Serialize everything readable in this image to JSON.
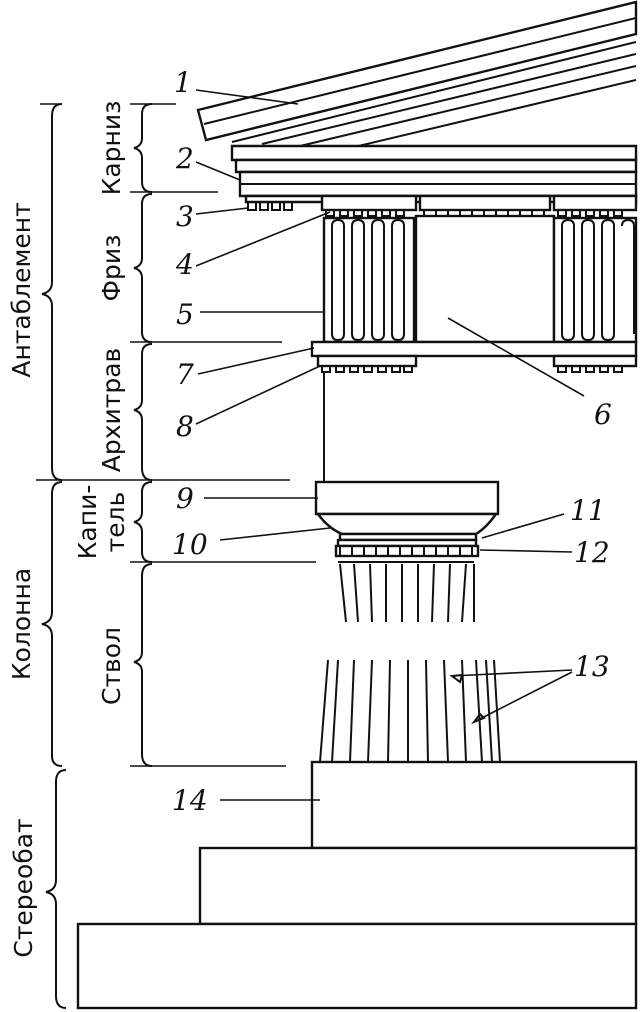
{
  "groups": {
    "entablature": "Антаблемент",
    "column": "Колонна",
    "stereobate": "Стереобат"
  },
  "parts": {
    "cornice": "Карниз",
    "frieze": "Фриз",
    "architrave": "Архитрав",
    "capital_1": "Капи-",
    "capital_2": "тель",
    "shaft": "Ствол"
  },
  "callouts": [
    "1",
    "2",
    "3",
    "4",
    "5",
    "6",
    "7",
    "8",
    "9",
    "10",
    "11",
    "12",
    "13",
    "14"
  ]
}
